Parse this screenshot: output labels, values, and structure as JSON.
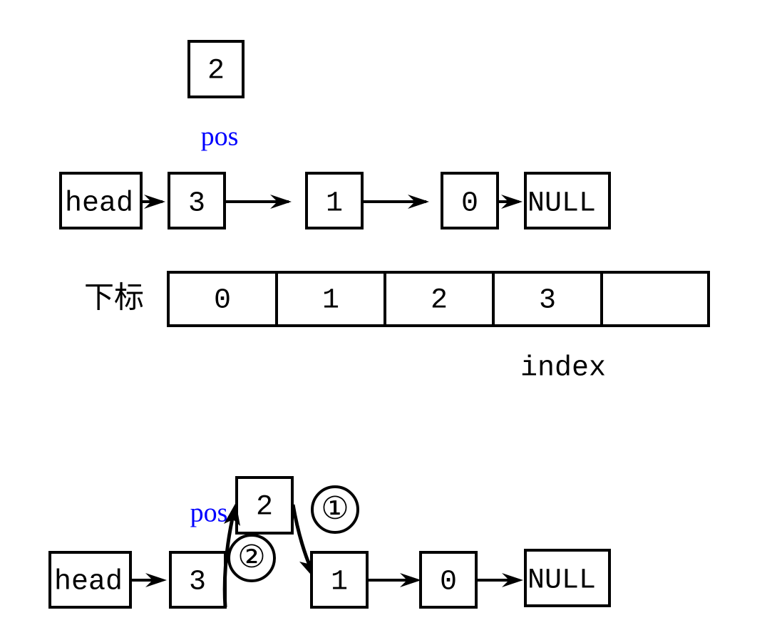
{
  "figure": {
    "title_text": "",
    "colors": {
      "stroke": "#000000",
      "background": "#ffffff",
      "pointer_label": "#0000ff"
    }
  },
  "top_panel": {
    "floating_node": {
      "value": "2"
    },
    "pointer_label": "pos",
    "list": {
      "head_label": "head",
      "nodes": [
        {
          "value": "3"
        },
        {
          "value": "1"
        },
        {
          "value": "0"
        }
      ],
      "terminator": "NULL"
    },
    "index_table": {
      "row_label_cjk": "下标",
      "axis_label": "index",
      "cells": [
        "0",
        "1",
        "2",
        "3",
        ""
      ]
    }
  },
  "bottom_panel": {
    "pointer_label": "pos",
    "inserted_node": {
      "value": "2"
    },
    "step_markers": [
      {
        "id": "step-1",
        "label": "①"
      },
      {
        "id": "step-2",
        "label": "②"
      }
    ],
    "list": {
      "head_label": "head",
      "nodes": [
        {
          "value": "3"
        },
        {
          "value": "1"
        },
        {
          "value": "0"
        }
      ],
      "terminator": "NULL"
    }
  }
}
